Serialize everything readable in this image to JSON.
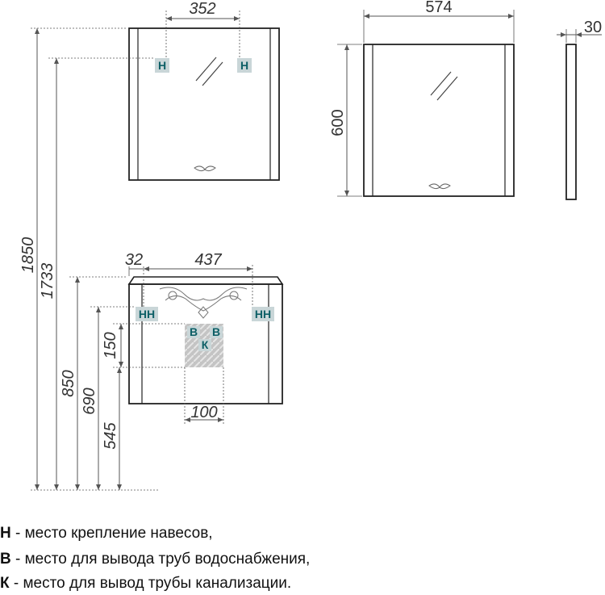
{
  "dimensions": {
    "mirror_hook_spacing": "352",
    "mirror_width": "574",
    "mirror_depth": "30",
    "mirror_height": "600",
    "total_height": "1850",
    "mirror_hook_height": "1733",
    "cabinet_side_offset": "32",
    "cabinet_hook_spacing": "437",
    "cabinet_height": "850",
    "cabinet_hook_height": "690",
    "pipe_zone_height": "150",
    "pipe_zone_bottom": "545",
    "pipe_zone_width": "100"
  },
  "markers": {
    "hook": "Н",
    "hook_pair": "НН",
    "water": "В",
    "drain": "К"
  },
  "legend": [
    {
      "key": "Н",
      "text": " - место крепление навесов,"
    },
    {
      "key": "В",
      "text": " - место для вывода труб водоснабжения,"
    },
    {
      "key": "К",
      "text": " - место для вывод трубы канализации."
    }
  ],
  "colors": {
    "outline": "#222222",
    "dimension_line": "#555555",
    "marker_bg": "#c9d6d8",
    "marker_text": "#0d5f66",
    "pipe_zone": "#bdbdbd"
  }
}
